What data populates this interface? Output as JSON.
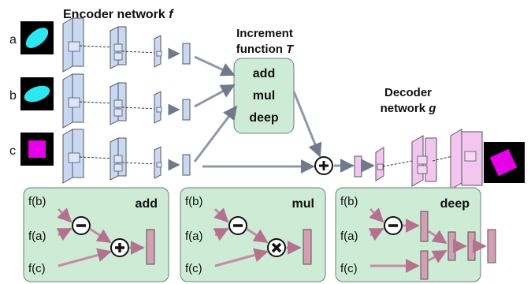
{
  "encoder": {
    "title": "Encoder network",
    "fn": "f"
  },
  "increment": {
    "title_line1": "Increment",
    "title_line2": "function",
    "fn": "T",
    "ops": [
      "add",
      "mul",
      "deep"
    ]
  },
  "decoder": {
    "title_line1": "Decoder",
    "title_line2": "network",
    "fn": "g"
  },
  "inputs": [
    {
      "label": "a",
      "shape": "ellipse",
      "color": "#2ee6f0"
    },
    {
      "label": "b",
      "shape": "ellipse",
      "color": "#2ee6f0"
    },
    {
      "label": "c",
      "shape": "square",
      "color": "#e600e6"
    }
  ],
  "output": {
    "shape": "rotated-square",
    "color": "#e600e6"
  },
  "panels": [
    {
      "name": "add",
      "inputs": [
        "f(b)",
        "f(a)",
        "f(c)"
      ],
      "op1": "minus-icon",
      "op2": "plus-icon"
    },
    {
      "name": "mul",
      "inputs": [
        "f(b)",
        "f(a)",
        "f(c)"
      ],
      "op1": "minus-icon",
      "op2": "times-icon"
    },
    {
      "name": "deep",
      "inputs": [
        "f(b)",
        "f(a)",
        "f(c)"
      ],
      "op1": "minus-icon",
      "op2": ""
    }
  ],
  "colors": {
    "encoder_block": "#c9d9f2",
    "decoder_block": "#f2c6ef",
    "panel_bg": "#cdebd5",
    "vector": "#d2a0b2",
    "arrow": "#9aa3b4"
  }
}
